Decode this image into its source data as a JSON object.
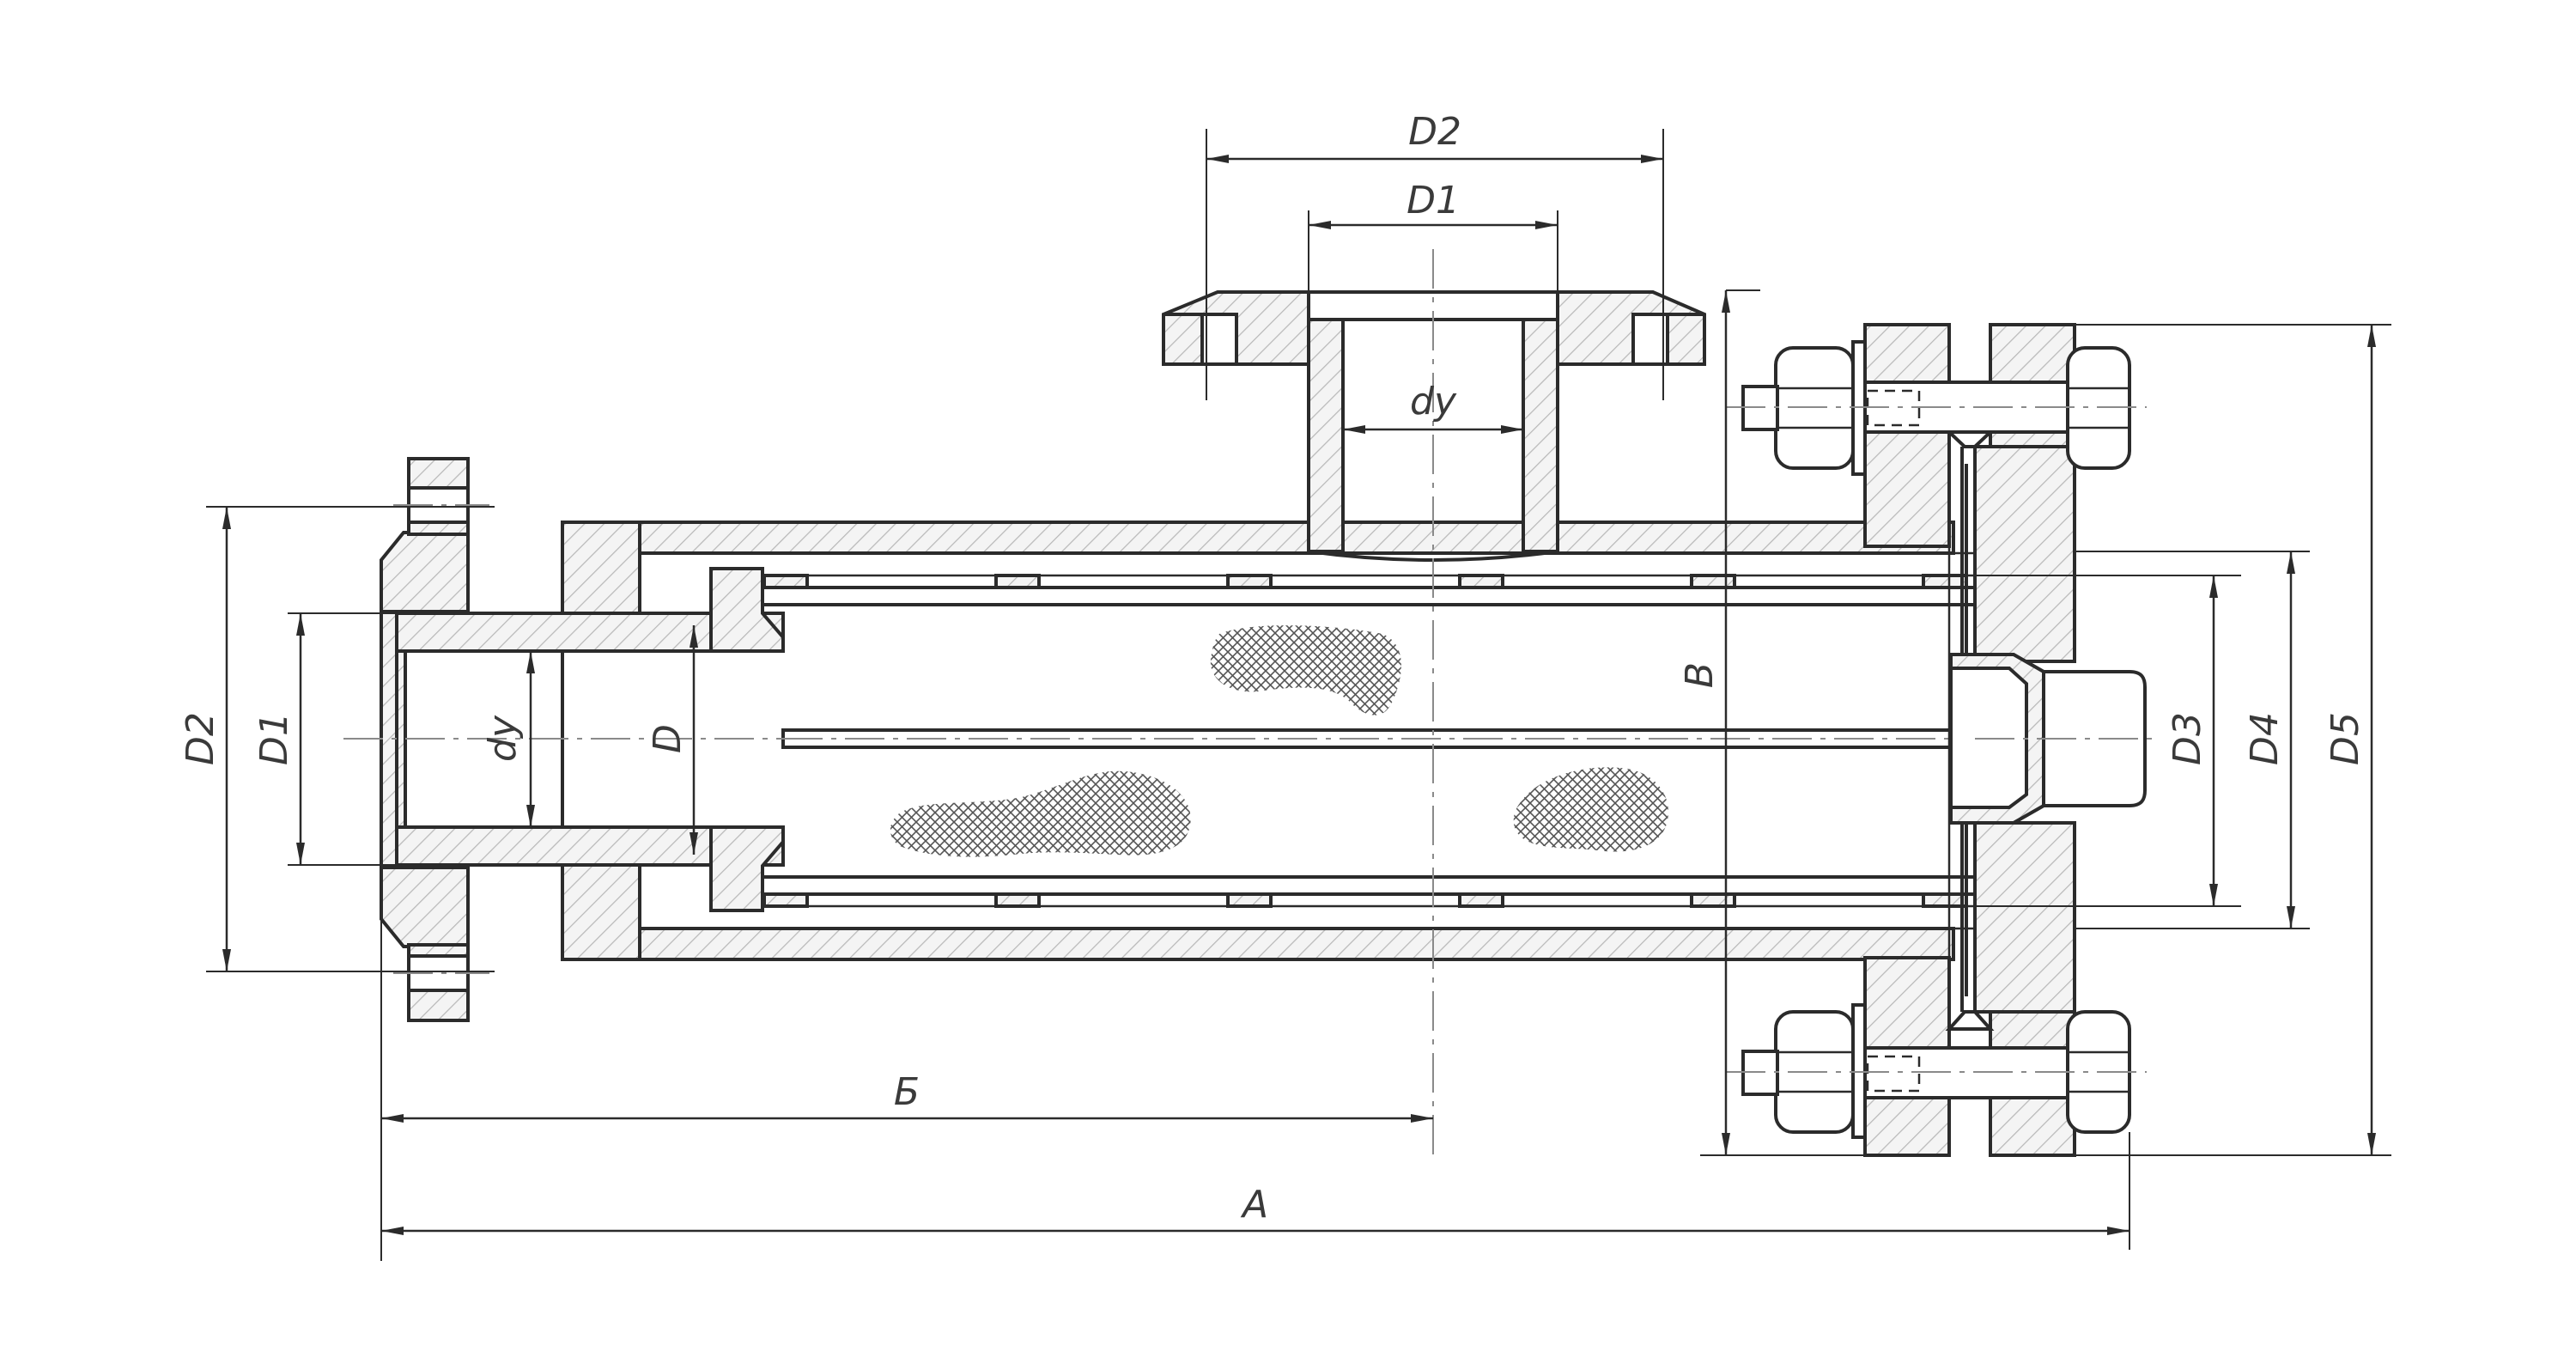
{
  "labels": {
    "top_d2": "D2",
    "top_d1": "D1",
    "top_dy": "dy",
    "left_d2": "D2",
    "left_d1": "D1",
    "left_dy": "dy",
    "left_d": "D",
    "b_height": "B",
    "d3": "D3",
    "d4": "D4",
    "d5": "D5",
    "length_b": "Б",
    "length_a": "A"
  },
  "colors": {
    "line": "#2b2b2b",
    "hatch": "#b9b9b9",
    "label": "#3a3a3a"
  }
}
